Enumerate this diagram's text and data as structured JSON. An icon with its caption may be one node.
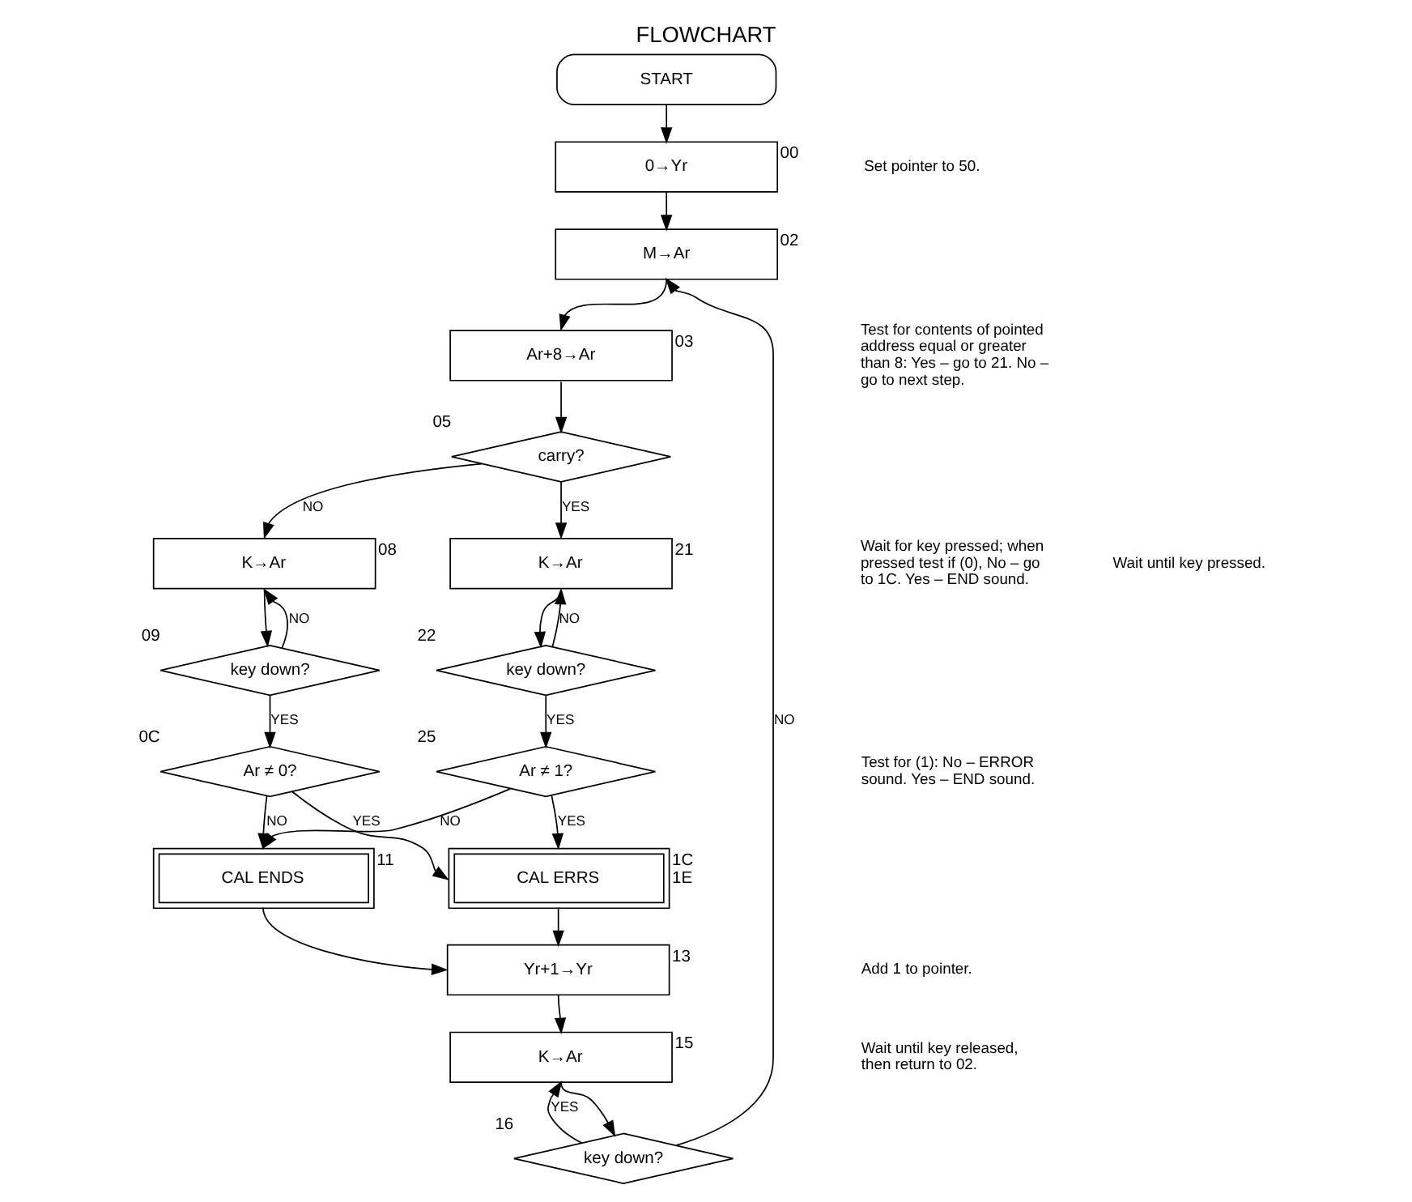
{
  "diagram": {
    "title": "FLOWCHART",
    "nodes": [
      {
        "text": [
          "START"
        ]
      },
      {
        "text": [
          "0→Yr"
        ],
        "beside": [
          "00"
        ]
      },
      {
        "text": [
          "M→Ar"
        ],
        "beside": [
          "02"
        ]
      },
      {
        "text": [
          "Ar+8→Ar"
        ],
        "beside": [
          "03"
        ]
      },
      {
        "text": [
          "carry?"
        ],
        "beside": [
          "05"
        ]
      },
      {
        "text": [
          "K→Ar"
        ],
        "beside": [
          "08"
        ]
      },
      {
        "text": [
          "key down?"
        ],
        "beside": [
          "09"
        ]
      },
      {
        "text": [
          "Ar ≠ 0?"
        ],
        "beside": [
          "0C"
        ]
      },
      {
        "text": [
          "CAL ENDS"
        ],
        "beside": [
          "11"
        ]
      },
      {
        "text": [
          "Yr+1→Yr"
        ],
        "beside": [
          "13"
        ]
      },
      {
        "text": [
          "K→Ar"
        ],
        "beside": [
          "15"
        ]
      },
      {
        "text": [
          "key down?"
        ],
        "beside": [
          "16"
        ]
      },
      {
        "text": [
          "K→Ar"
        ],
        "beside": [
          "21"
        ]
      },
      {
        "text": [
          "key down?"
        ],
        "beside": [
          "22"
        ]
      },
      {
        "text": [
          "Ar ≠ 1?"
        ],
        "beside": [
          "25"
        ]
      },
      {
        "text": [
          "CAL ERRS"
        ],
        "beside": [
          "1C",
          "1E"
        ]
      }
    ],
    "edges": [
      {
        "from": 0,
        "to": 1,
        "arrow": "to"
      },
      {
        "from": 1,
        "to": 2,
        "arrow": "to"
      },
      {
        "from": 2,
        "to": 3,
        "arrow": "to"
      },
      {
        "from": 3,
        "to": 4,
        "arrow": "to"
      },
      {
        "from": 4,
        "to": 5,
        "arrow": "to",
        "label": "NO"
      },
      {
        "from": 4,
        "to": 12,
        "arrow": "to",
        "label": "YES"
      },
      {
        "from": 5,
        "to": 6,
        "arrow": "to"
      },
      {
        "from": 6,
        "to": 5,
        "arrow": "to",
        "label": "NO"
      },
      {
        "from": 6,
        "to": 7,
        "arrow": "to",
        "label": "YES"
      },
      {
        "from": 7,
        "to": 15,
        "arrow": "to",
        "label": "YES"
      },
      {
        "from": 7,
        "to": 8,
        "arrow": "to",
        "label": "NO"
      },
      {
        "from": 8,
        "to": 9,
        "arrow": "to"
      },
      {
        "from": 9,
        "to": 10,
        "arrow": "to"
      },
      {
        "from": 10,
        "to": 11,
        "arrow": "to"
      },
      {
        "from": 11,
        "to": 2,
        "arrow": "to",
        "label": "NO"
      },
      {
        "from": 11,
        "to": 10,
        "arrow": "to",
        "label": "YES"
      },
      {
        "from": 12,
        "to": 13,
        "arrow": "to"
      },
      {
        "from": 13,
        "to": 12,
        "arrow": "to",
        "label": "NO"
      },
      {
        "from": 13,
        "to": 14,
        "arrow": "to",
        "label": "YES"
      },
      {
        "from": 14,
        "to": 8,
        "arrow": "to",
        "label": "NO"
      },
      {
        "from": 14,
        "to": 15,
        "arrow": "to",
        "label": "YES"
      },
      {
        "from": 15,
        "to": 9,
        "arrow": "to"
      }
    ],
    "labels": [
      "Set pointer to 50.",
      "Test for contents of pointed address equal or greater than 8: Yes – go to 21. No – go to next step.",
      "Wait for key pressed; when pressed test if (0), No – go to 1C. Yes – END sound.",
      "Wait until key pressed.",
      "Test for (1): No – ERROR sound. Yes – END sound.",
      "Add 1 to pointer.",
      "Wait until key released, then return to 02."
    ]
  }
}
